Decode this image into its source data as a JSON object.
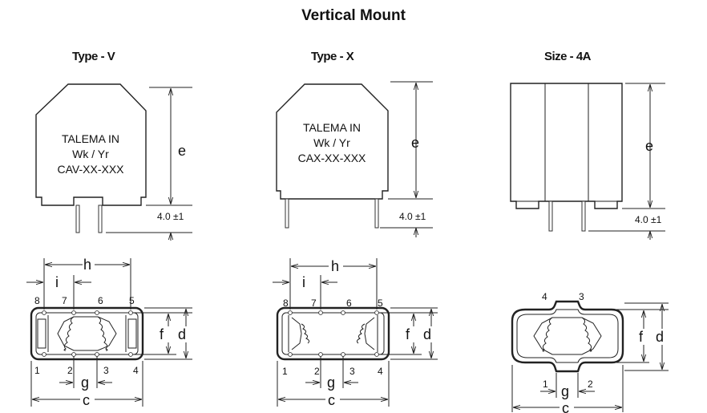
{
  "title": "Vertical Mount",
  "views": [
    {
      "label": "Type - V",
      "marking": [
        "TALEMA IN",
        "Wk / Yr",
        "CAV-XX-XXX"
      ]
    },
    {
      "label": "Type - X",
      "marking": [
        "TALEMA IN",
        "Wk / Yr",
        "CAX-XX-XXX"
      ]
    },
    {
      "label": "Size - 4A",
      "marking": []
    }
  ],
  "dims": {
    "e": "e",
    "lead_length": "4.0 ±1",
    "h": "h",
    "i": "i",
    "f": "f",
    "d": "d",
    "g": "g",
    "c": "c"
  },
  "pins": {
    "v_top": [
      "8",
      "7",
      "6",
      "5"
    ],
    "v_bottom": [
      "1",
      "2",
      "3",
      "4"
    ],
    "x_top": [
      "8",
      "7",
      "6",
      "5"
    ],
    "x_bottom": [
      "1",
      "2",
      "3",
      "4"
    ],
    "size4a_top": [
      "4",
      "3"
    ],
    "size4a_bottom": [
      "1",
      "2"
    ]
  }
}
